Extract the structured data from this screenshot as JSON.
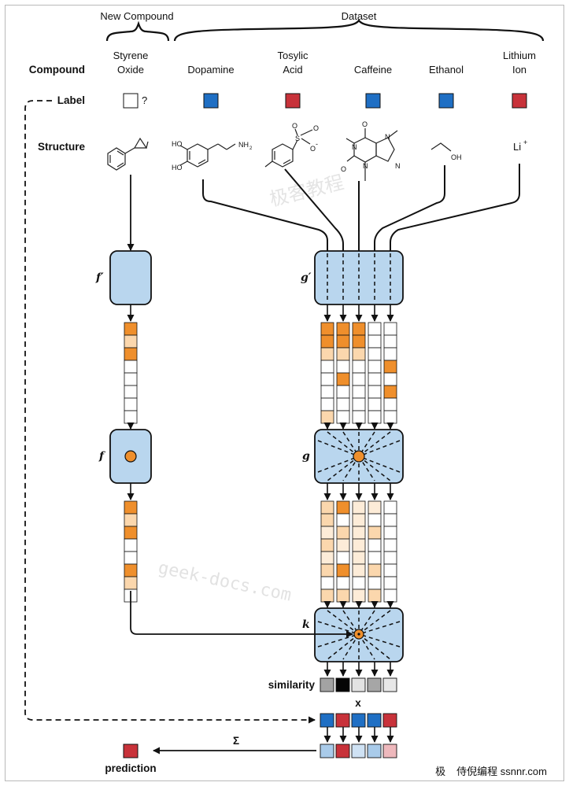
{
  "headers": {
    "new_compound": "New Compound",
    "dataset": "Dataset"
  },
  "row_labels": {
    "compound": "Compound",
    "label": "Label",
    "structure": "Structure"
  },
  "compounds": [
    {
      "lines": [
        "Styrene",
        "Oxide"
      ],
      "label": "unknown",
      "question": "?",
      "structure_text": []
    },
    {
      "lines": [
        "Dopamine"
      ],
      "label": "blue",
      "structure_text": [
        "HO",
        "HO",
        "NH",
        "2"
      ]
    },
    {
      "lines": [
        "Tosylic",
        "Acid"
      ],
      "label": "red",
      "structure_text": [
        "S",
        "O",
        "O",
        "O",
        "-"
      ]
    },
    {
      "lines": [
        "Caffeine"
      ],
      "label": "blue",
      "structure_text": [
        "O",
        "O",
        "N",
        "N",
        "N",
        "N"
      ]
    },
    {
      "lines": [
        "Ethanol"
      ],
      "label": "blue",
      "structure_text": [
        "OH"
      ]
    },
    {
      "lines": [
        "Lithium",
        "Ion"
      ],
      "label": "red",
      "structure_text": [
        "Li",
        "+"
      ]
    }
  ],
  "functions": {
    "f_prime": "f′",
    "g_prime": "g′",
    "f": "f",
    "g": "g",
    "k": "k"
  },
  "similarity_label": "similarity",
  "x_label": "x",
  "sigma_label": "Σ",
  "prediction_label": "prediction",
  "colors": {
    "blue": "#1f6fc4",
    "red": "#c8323a",
    "box_fill": "#b9d6ee",
    "orange_dark": "#ef8f2c",
    "orange_mid": "#f6b775",
    "orange_light": "#fbd7ad",
    "orange_pale": "#fdecd8",
    "dot": "#ef8f2c",
    "sim": [
      "#a3a3a3",
      "#050505",
      "#e3e3e3",
      "#a6a6a6",
      "#e7e7e7"
    ],
    "weighted": [
      "#a9cbea",
      "#c8323a",
      "#cfe2f4",
      "#a9cbea",
      "#eeb8bc"
    ],
    "prediction": "#c8323a"
  },
  "vectors": {
    "f_prime_out": [
      3,
      2,
      3,
      0,
      0,
      0,
      0,
      0
    ],
    "f_out": [
      3,
      2,
      3,
      0,
      0,
      3,
      2,
      0
    ],
    "g_prime_out": [
      [
        3,
        3,
        2,
        0,
        0,
        0,
        0,
        2
      ],
      [
        3,
        3,
        2,
        0,
        3,
        0,
        0,
        0
      ],
      [
        3,
        3,
        2,
        0,
        0,
        0,
        0,
        0
      ],
      [
        0,
        0,
        0,
        0,
        0,
        0,
        0,
        0
      ],
      [
        0,
        0,
        0,
        3,
        0,
        3,
        0,
        0
      ]
    ],
    "g_out": [
      [
        2,
        2,
        1,
        2,
        1,
        2,
        0,
        2
      ],
      [
        3,
        0,
        2,
        1,
        0,
        3,
        0,
        2
      ],
      [
        1,
        1,
        1,
        1,
        1,
        1,
        0,
        1
      ],
      [
        1,
        0,
        2,
        0,
        0,
        2,
        0,
        2
      ],
      [
        0,
        0,
        0,
        0,
        0,
        0,
        0,
        0
      ]
    ]
  },
  "watermarks": {
    "cn": "极客教程",
    "geek": "geek-docs.com"
  },
  "footer": {
    "partial_char": "极",
    "site": "侍倪编程 ssnnr.com"
  }
}
